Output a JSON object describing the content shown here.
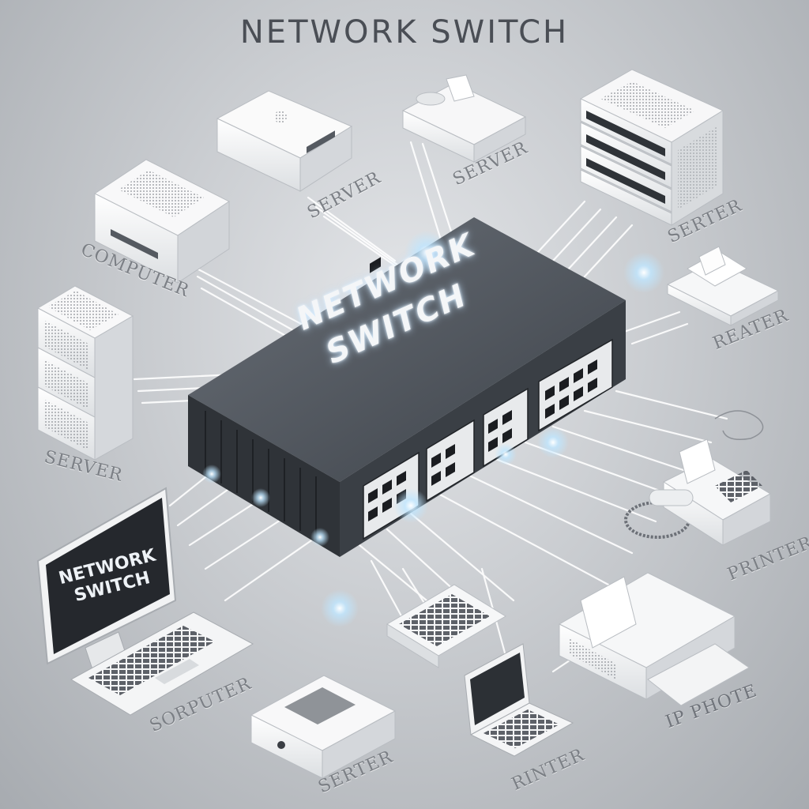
{
  "diagram": {
    "title": "NETWORK SWITCH",
    "switch_label_line1": "NETWORK",
    "switch_label_line2": "SWITCH",
    "monitor_label_line1": "NETWORK",
    "monitor_label_line2": "SWITCH",
    "device_labels": {
      "server_top": "SERVER",
      "server_top_right": "SERVER",
      "server_rack_right": "SERTER",
      "computer_left": "COMPUTER",
      "server_left": "SERVER",
      "repeater_right": "REATER",
      "printer_right": "PRINTER",
      "computer_bottom_left": "SORPUTER",
      "server_bottom": "SERTER",
      "printer_bottom": "RINTER",
      "ip_phone": "IP PHOTE"
    }
  },
  "colors": {
    "switch_body": "#3f444b",
    "switch_top": "#565b63",
    "device": "#f3f4f5",
    "cable": "#ffffff",
    "glow": "#bfe6ff",
    "label": "#7b7f85"
  }
}
